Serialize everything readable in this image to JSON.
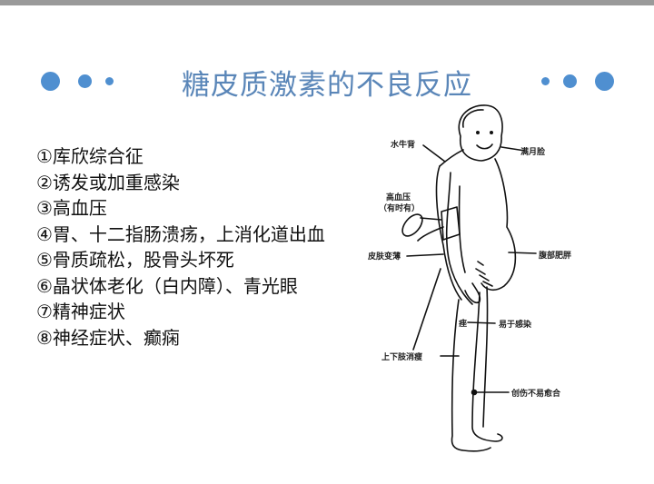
{
  "slide": {
    "title": "糖皮质激素的不良反应",
    "accent_color": "#4f8fd0",
    "title_color": "#5a86b8",
    "top_bar_color": "#9a9a9a",
    "adverse_effects": [
      "①库欣综合征",
      "②诱发或加重感染",
      "③高血压",
      "④胃、十二指肠溃疡，上消化道出血",
      "⑤骨质疏松，股骨头坏死",
      "⑥晶状体老化（白内障）、青光眼",
      "⑦精神症状",
      "⑧神经症状、癫痫"
    ],
    "figure": {
      "labels": {
        "buffalo_hump": "水牛背",
        "moon_face": "满月脸",
        "hypertension": "高血压",
        "hypertension_note": "（有时有）",
        "skin_thin": "皮肤变薄",
        "abdominal_obesity": "腹部肥胖",
        "acne": "痤",
        "infection": "易于感染",
        "limb_wasting": "上下肢消瘦",
        "wound_healing": "创伤不易愈合"
      }
    }
  }
}
